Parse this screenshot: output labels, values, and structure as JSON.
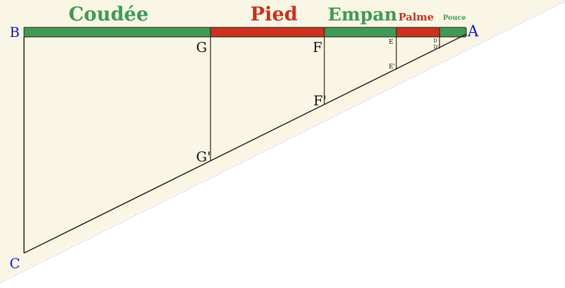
{
  "units": {
    "coudee": "Coudée",
    "pied": "Pied",
    "empan": "Empan",
    "palme": "Palme",
    "pouce": "Pouce"
  },
  "points": {
    "A": "A",
    "B": "B",
    "C": "C",
    "G": "G",
    "G2": "G'",
    "F": "F",
    "F2": "F'",
    "E": "E",
    "E2": "E'",
    "D": "D",
    "D2": "D'"
  },
  "colors": {
    "paper": "#faf6e6",
    "green": "#3f9a55",
    "red": "#c8321e",
    "blue": "#1010e0",
    "ink": "#2a1a10"
  }
}
